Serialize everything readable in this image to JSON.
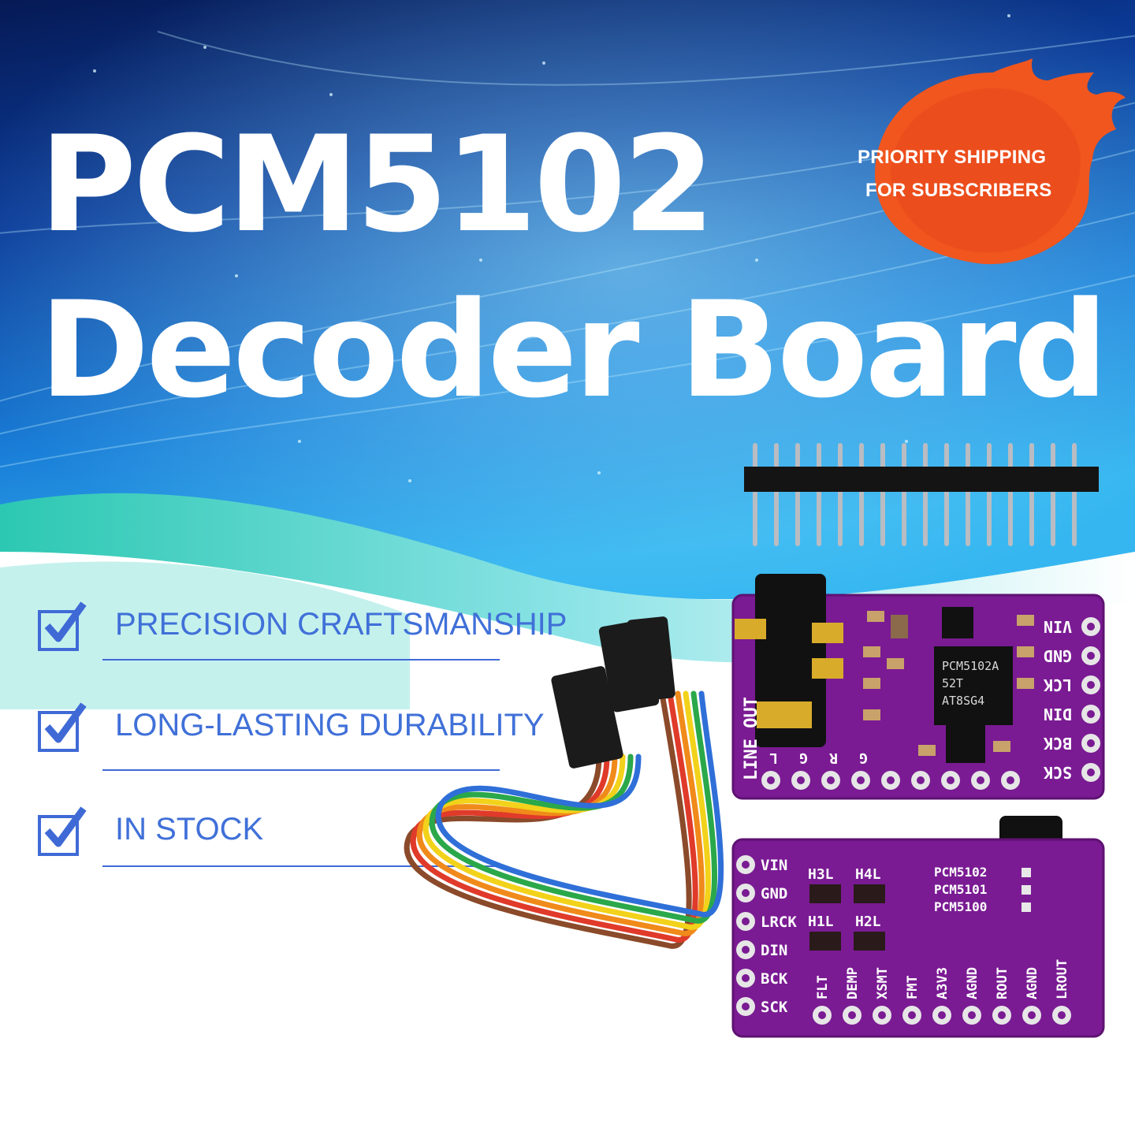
{
  "headline": {
    "line1": "PCM5102",
    "line2": "Decoder Board"
  },
  "badge": {
    "line1": "PRIORITY SHIPPING",
    "line2": "FOR SUBSCRIBERS",
    "color": "#f0561e"
  },
  "features": [
    {
      "label": "PRECISION CRAFTSMANSHIP",
      "icon": "checkbox-checked-icon"
    },
    {
      "label": "LONG-LASTING DURABILITY",
      "icon": "checkbox-checked-icon"
    },
    {
      "label": "IN STOCK",
      "icon": "checkbox-checked-icon"
    }
  ],
  "board_front": {
    "right_pins": [
      "VIN",
      "GND",
      "LCK",
      "DIN",
      "BCK",
      "SCK"
    ],
    "bottom_pins": [
      "L",
      "G",
      "R",
      "G"
    ],
    "jack_label": "LINE OUT",
    "chip_text": [
      "PCM5102A",
      "52T",
      "AT8SG4"
    ]
  },
  "board_back": {
    "left_pins": [
      "VIN",
      "GND",
      "LRCK",
      "DIN",
      "BCK",
      "SCK"
    ],
    "bottom_pins": [
      "FLT",
      "DEMP",
      "XSMT",
      "FMT",
      "A3V3",
      "AGND",
      "ROUT",
      "AGND",
      "LROUT"
    ],
    "jumper_labels": [
      "H4L",
      "H3L",
      "H2L",
      "H1L"
    ],
    "model_options": [
      "PCM5102",
      "PCM5101",
      "PCM5100"
    ]
  },
  "colors": {
    "sky_deep": "#071a5c",
    "sky_light": "#1e8fe0",
    "board_purple": "#7a1b93",
    "accent_blue": "#4070d8"
  }
}
